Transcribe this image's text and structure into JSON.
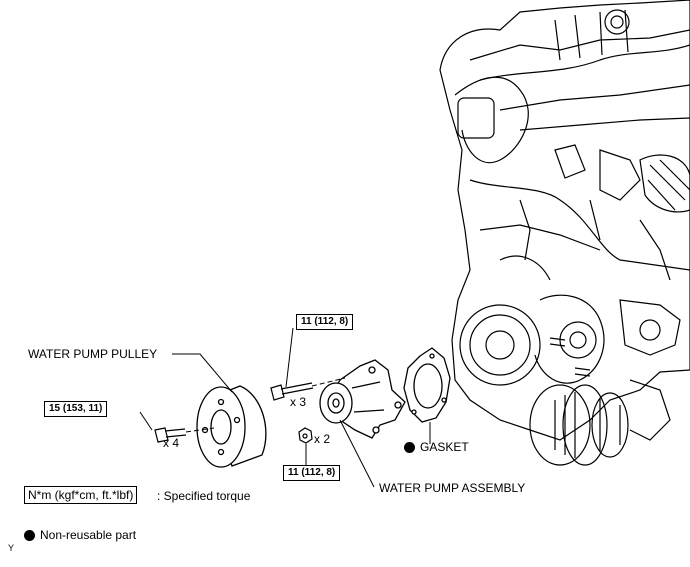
{
  "labels": {
    "water_pump_pulley": "WATER PUMP PULLEY",
    "water_pump_assembly": "WATER PUMP ASSEMBLY",
    "gasket": "GASKET",
    "qty_pulley_bolts": "x 4",
    "qty_pump_bolts": "x 3",
    "qty_pump_nuts": "x 2"
  },
  "torques": {
    "pulley_bolt": "15 (153, 11)",
    "pump_bolt": "11 (112, 8)",
    "pump_nut": "11 (112, 8)"
  },
  "legend": {
    "torque_units": "N*m (kgf*cm, ft.*lbf)",
    "torque_desc": ": Specified torque",
    "nonreusable_desc": "Non-reusable part"
  },
  "corner_mark": "Y",
  "icons": {
    "nonreusable": "filled-circle-icon"
  }
}
